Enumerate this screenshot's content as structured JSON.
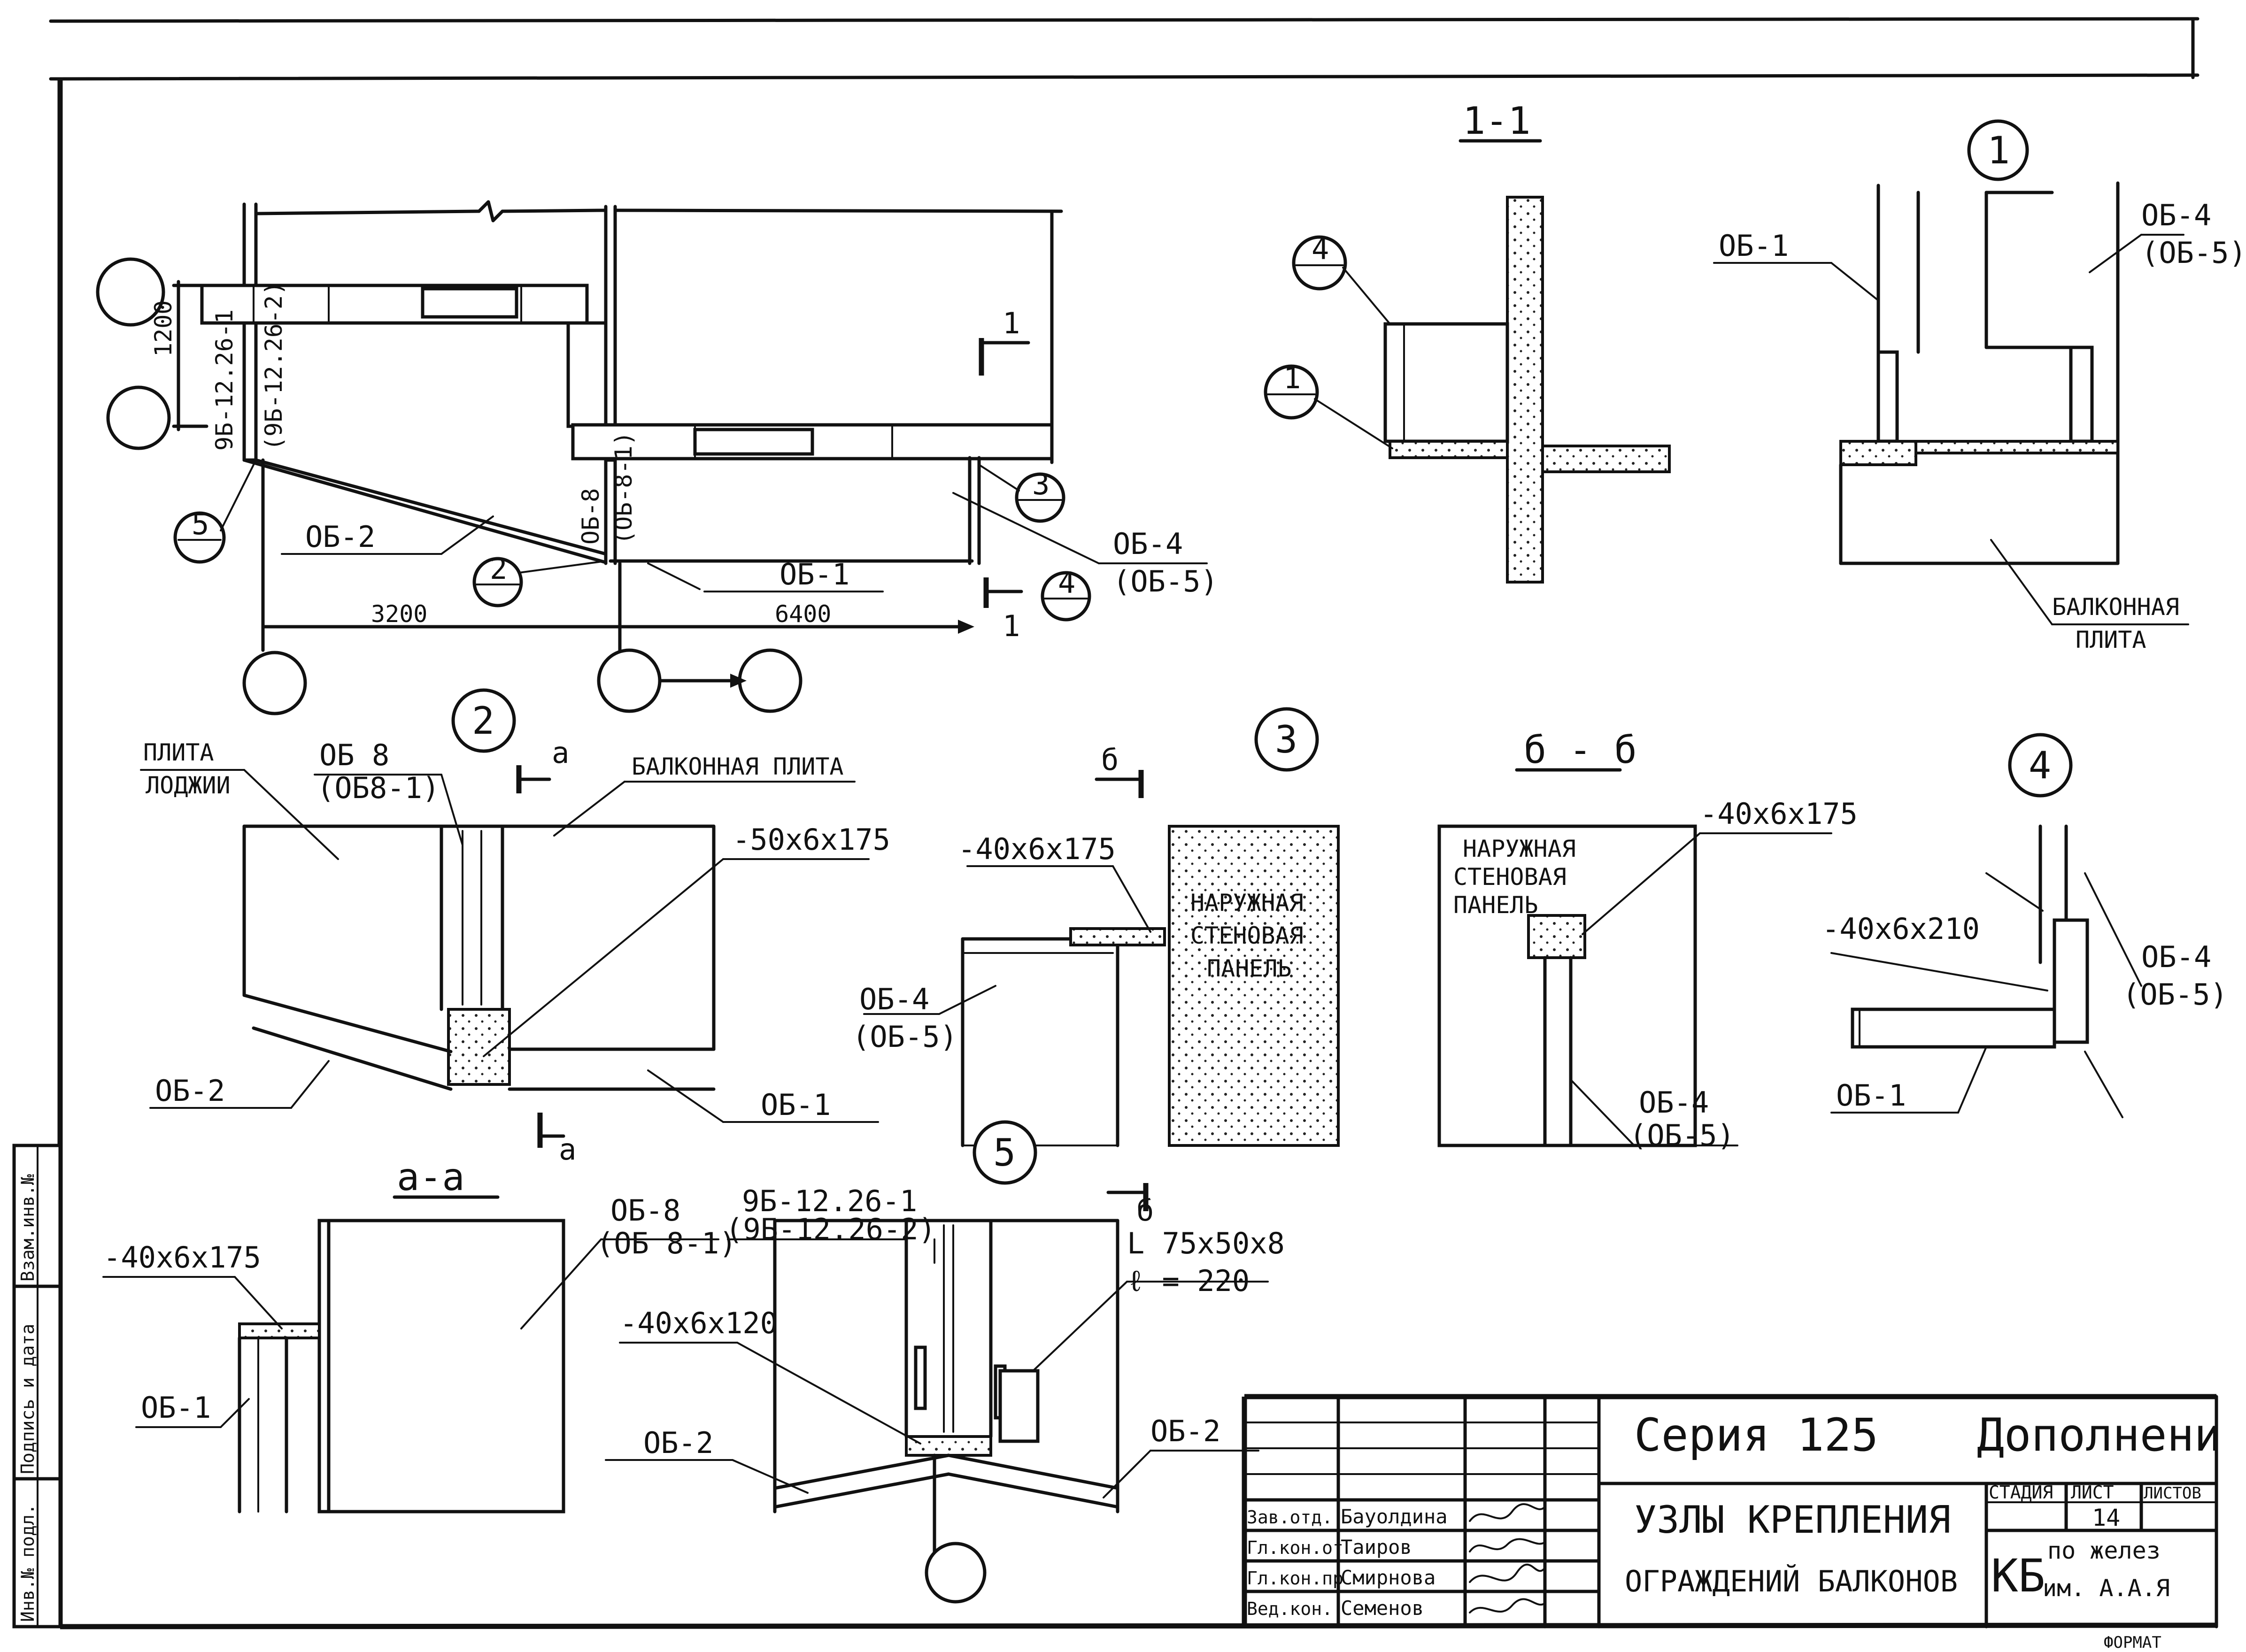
{
  "plan": {
    "dim_1200": "1200",
    "dim_3200": "3200",
    "dim_6400": "6400",
    "mark_9b_1": "9Б-12.26-1",
    "mark_9b_2": "(9Б-12.26-2)",
    "mark_ob8": "ОБ-8",
    "mark_ob8_1": "(ОБ-8-1)",
    "label_ob2": "ОБ-2",
    "label_ob1": "ОБ-1",
    "label_ob4": "ОБ-4",
    "label_ob5": "(ОБ-5)",
    "section_mark": "1",
    "callout_5_num": "5",
    "callout_2_num": "2",
    "callout_3_num": "3",
    "callout_4_num": "4"
  },
  "section_1_1": {
    "title": "1-1",
    "callout_4_num": "4",
    "callout_1_num": "1"
  },
  "detail_1": {
    "number": "1",
    "label_ob1": "ОБ-1",
    "label_ob4": "ОБ-4",
    "label_ob5": "(ОБ-5)",
    "slab_line1": "БАЛКОННАЯ",
    "slab_line2": "ПЛИТА"
  },
  "detail_2": {
    "number": "2",
    "label_loggia_1": "ПЛИТА",
    "label_loggia_2": "ЛОДЖИИ",
    "label_ob8": "ОБ 8",
    "label_ob8_1": "(ОБ8-1)",
    "label_balcony_slab": "БАЛКОННАЯ ПЛИТА",
    "plate": "-50х6х175",
    "label_ob2": "ОБ-2",
    "label_ob1": "ОБ-1",
    "section_a": "а"
  },
  "detail_3": {
    "number": "3",
    "section_b": "б",
    "plate": "-40х6х175",
    "panel_1": "НАРУЖНАЯ",
    "panel_2": "СТЕНОВАЯ",
    "panel_3": "ПАНЕЛЬ",
    "label_ob4": "ОБ-4",
    "label_ob5": "(ОБ-5)"
  },
  "section_b_b": {
    "title": "б - б",
    "panel_1": "НАРУЖНАЯ",
    "panel_2": "СТЕНОВАЯ",
    "panel_3": "ПАНЕЛЬ",
    "plate": "-40х6х175",
    "label_ob4": "ОБ-4",
    "label_ob5": "(ОБ-5)"
  },
  "detail_4": {
    "number": "4",
    "plate": "-40х6х210",
    "label_ob4": "ОБ-4",
    "label_ob5": "(ОБ-5)",
    "label_ob1": "ОБ-1"
  },
  "section_a_a": {
    "title": "а-а",
    "plate": "-40х6х175",
    "label_ob8": "ОБ-8",
    "label_ob8_1": "(ОБ 8-1)",
    "label_ob1": "ОБ-1"
  },
  "detail_5": {
    "number": "5",
    "mark_1": "9Б-12.26-1",
    "mark_2": "(9Б-12.26-2)",
    "section_b": "б",
    "angle": "L 75х50х8",
    "angle_len": "ℓ = 220",
    "plate": "-40х6х120",
    "label_ob2_left": "ОБ-2",
    "label_ob2_right": "ОБ-2"
  },
  "stamp": {
    "series": "Серия 125",
    "addition": "Дополнени",
    "title_1": "УЗЛЫ КРЕПЛЕНИЯ",
    "title_2": "ОГРАЖДЕНИЙ БАЛКОНОВ",
    "col_stage": "СТАДИЯ",
    "col_sheet": "ЛИСТ",
    "col_sheets": "ЛИСТОВ",
    "sheet_no": "14",
    "org_code": "КБ",
    "org_line1": "по желез",
    "org_line2": "им. А.А.Я",
    "rows": [
      {
        "role": "Зав.отд.",
        "name": "Бауолдина"
      },
      {
        "role": "Гл.кон.от",
        "name": "Таиров"
      },
      {
        "role": "Гл.кон.пр",
        "name": "Смирнова"
      },
      {
        "role": "Вед.кон.",
        "name": "Семенов"
      }
    ],
    "format": "ФОРМАТ"
  },
  "side_stamp": {
    "cell_1": "Взам.инв.№",
    "cell_2": "Подпись и дата",
    "cell_3": "Инв.№ подл."
  }
}
